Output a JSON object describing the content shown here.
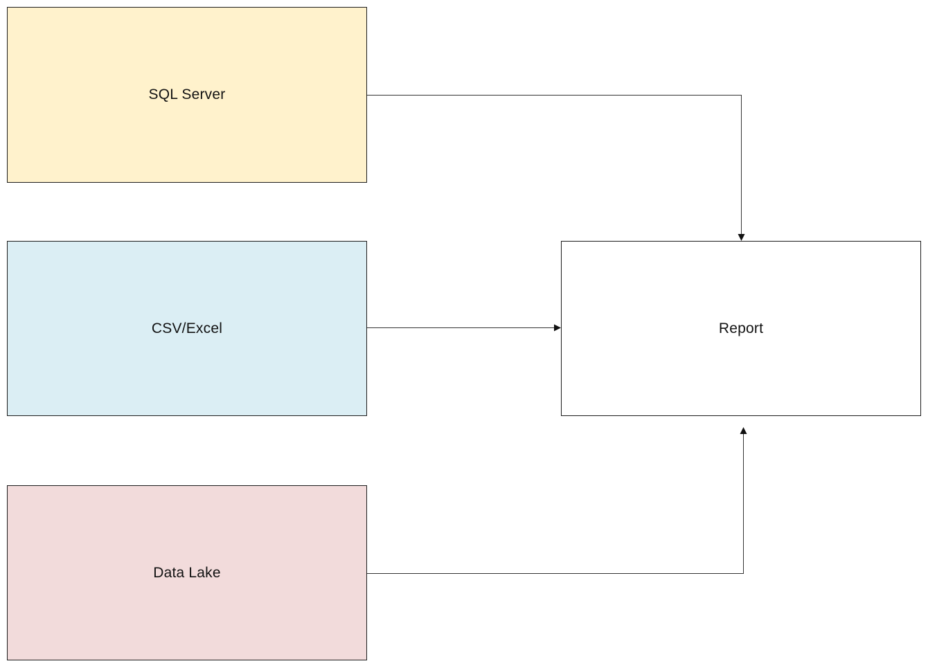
{
  "diagram": {
    "nodes": {
      "sql_server": {
        "label": "SQL Server",
        "fill": "#fff2cc"
      },
      "csv_excel": {
        "label": "CSV/Excel",
        "fill": "#dbeef4"
      },
      "data_lake": {
        "label": "Data Lake",
        "fill": "#f2dbdb"
      },
      "report": {
        "label": "Report",
        "fill": "#ffffff"
      }
    },
    "edges": [
      {
        "from": "SQL Server",
        "to": "Report"
      },
      {
        "from": "CSV/Excel",
        "to": "Report"
      },
      {
        "from": "Data Lake",
        "to": "Report"
      }
    ],
    "colors": {
      "border": "#1a1a1a",
      "connector": "#333333"
    }
  }
}
